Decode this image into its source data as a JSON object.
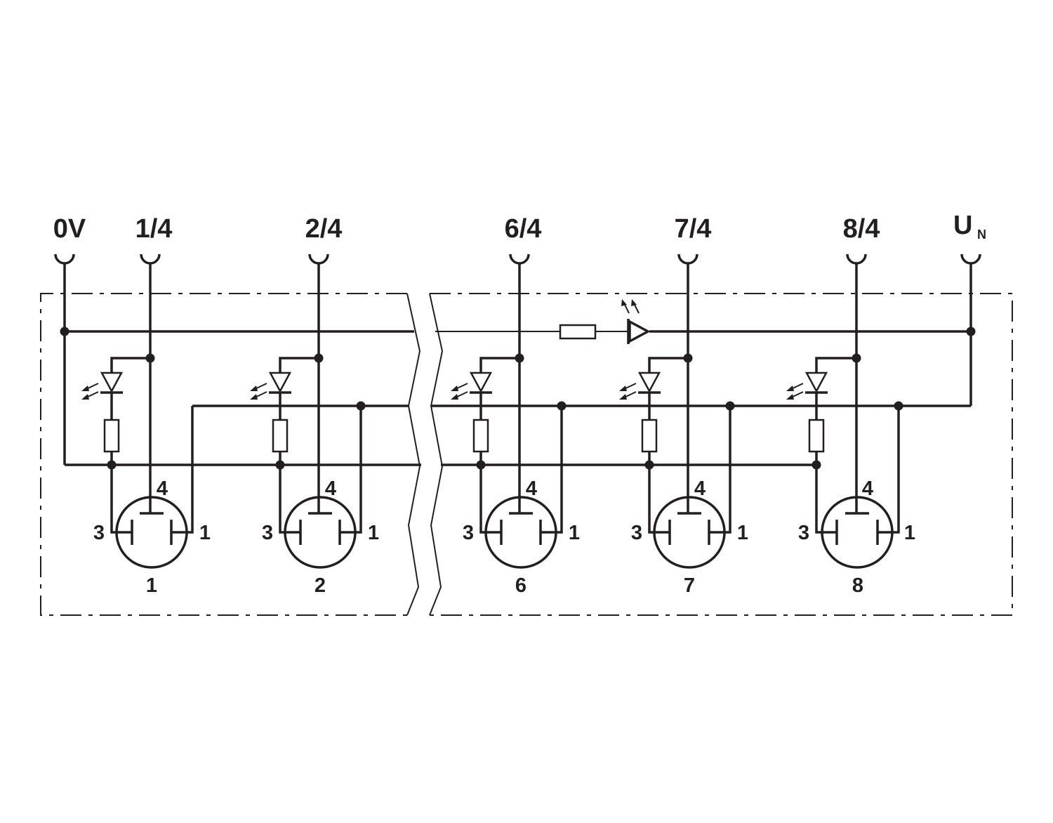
{
  "terminals": [
    {
      "id": "0v",
      "label": "0V"
    },
    {
      "id": "s1",
      "label": "1/4"
    },
    {
      "id": "s2",
      "label": "2/4"
    },
    {
      "id": "s6",
      "label": "6/4"
    },
    {
      "id": "s7",
      "label": "7/4"
    },
    {
      "id": "s8",
      "label": "8/4"
    },
    {
      "id": "un",
      "label": "U",
      "subscript": "N"
    }
  ],
  "sockets": [
    {
      "id": "1",
      "label": "1",
      "pin_top": "4",
      "pin_left": "3",
      "pin_right": "1"
    },
    {
      "id": "2",
      "label": "2",
      "pin_top": "4",
      "pin_left": "3",
      "pin_right": "1"
    },
    {
      "id": "6",
      "label": "6",
      "pin_top": "4",
      "pin_left": "3",
      "pin_right": "1"
    },
    {
      "id": "7",
      "label": "7",
      "pin_top": "4",
      "pin_left": "3",
      "pin_right": "1"
    },
    {
      "id": "8",
      "label": "8",
      "pin_top": "4",
      "pin_left": "3",
      "pin_right": "1"
    }
  ],
  "colors": {
    "ink": "#231f20",
    "background": "#ffffff"
  }
}
